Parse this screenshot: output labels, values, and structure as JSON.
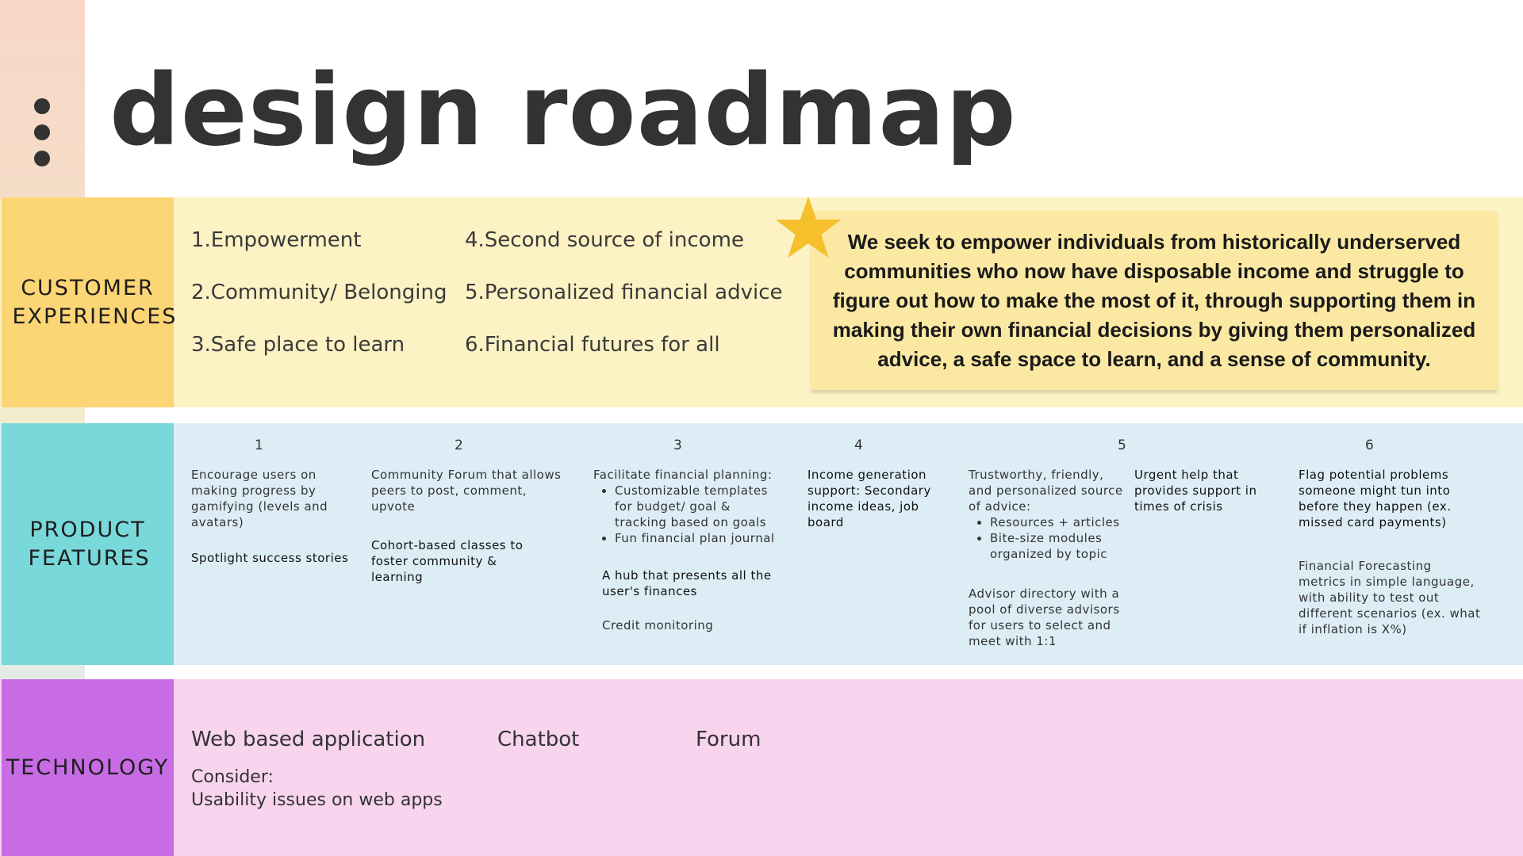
{
  "title": "design roadmap",
  "sections": {
    "customer_experiences": {
      "label": "CUSTOMER EXPERIENCES",
      "items": [
        "1.Empowerment",
        "2.Community/ Belonging",
        "3.Safe place to learn",
        "4.Second source of income",
        "5.Personalized financial advice",
        "6.Financial futures for all"
      ],
      "mission": "We seek to empower individuals from historically underserved communities who now have disposable income and struggle to figure out how to make the most of it, through supporting them in making their own financial decisions by giving them personalized advice, a safe space to learn, and a sense of community."
    },
    "product_features": {
      "label": "PRODUCT FEATURES",
      "columns": [
        {
          "num": "1",
          "p1": "Encourage users on making progress by gamifying (levels and avatars)",
          "p2": "Spotlight success stories"
        },
        {
          "num": "2",
          "p1": "Community Forum that allows peers to post, comment, upvote",
          "p2": "Cohort-based classes to foster community & learning"
        },
        {
          "num": "3",
          "intro": "Facilitate financial planning:",
          "bullets": [
            "Customizable templates for budget/ goal & tracking based on goals",
            "Fun financial plan journal"
          ],
          "p2": "A hub that presents all the user's finances",
          "p3": "Credit monitoring"
        },
        {
          "num": "4",
          "p1": "Income generation support: Secondary income ideas, job board"
        },
        {
          "num": "5",
          "intro": "Trustworthy, friendly, and personalized source of advice:",
          "bullets": [
            "Resources + articles",
            "Bite-size modules organized by topic"
          ],
          "p2": "Advisor directory with  a pool of diverse advisors for users to select and meet with 1:1",
          "side": "Urgent help that provides support in times of crisis"
        },
        {
          "num": "6",
          "p1": "Flag potential problems someone might tun into before they happen (ex. missed card payments)",
          "p2": "Financial Forecasting metrics in simple language, with ability to test out different scenarios (ex. what if inflation is X%)"
        }
      ]
    },
    "technology": {
      "label": "TECHNOLOGY",
      "items": [
        "Web based application",
        "Chatbot",
        "Forum"
      ],
      "consider_label": "Consider:",
      "consider_text": "Usability issues on web apps"
    }
  },
  "colors": {
    "customer_label": "#fcd575",
    "customer_band": "#fdf2c4",
    "product_label": "#78d8da",
    "product_band": "#ddedf6",
    "tech_label": "#c86ce6",
    "tech_band": "#f8d4ef",
    "mission_note": "#fbe9a3",
    "star": "#f5c02c"
  },
  "icons": [
    "menu-dots-icon",
    "star-icon"
  ]
}
